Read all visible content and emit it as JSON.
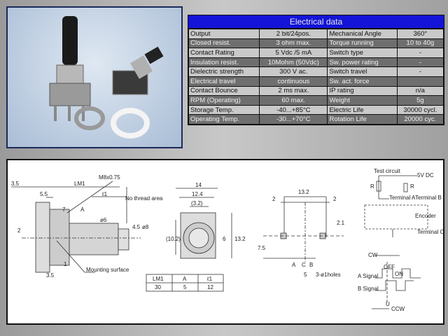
{
  "table": {
    "title": "Electrical data",
    "rows": [
      [
        "Output",
        "2 bit/24pos.",
        "Mechanical Angle",
        "360°"
      ],
      [
        "Closed resist.",
        "3 ohm max.",
        "Torque running",
        "10 to 40g"
      ],
      [
        "Contact Rating",
        "5 Vdc /5 mA",
        "Switch type",
        "-"
      ],
      [
        "Insulation resist.",
        "10Mohm (50Vdc)",
        "Sw. power rating",
        "-"
      ],
      [
        "Dielectric strength",
        "300 V ac.",
        "Switch travel",
        "-"
      ],
      [
        "Electrical travel",
        "continuous",
        "Sw. act. force",
        ""
      ],
      [
        "Contact Bounce",
        "2 ms max.",
        "IP rating",
        "n/a"
      ],
      [
        "RPM (Operating)",
        "60 max.",
        "Weight",
        "5g"
      ],
      [
        "Storage Temp.",
        "-40...+85°C",
        "Electric Life",
        "30000 cycl."
      ],
      [
        "Operating Temp.",
        "-30...+70°C",
        "Rotation Life",
        "20000 cyc."
      ]
    ]
  },
  "drawing": {
    "side": {
      "d35a": "3.5",
      "lm1": "LM1",
      "thread": "M8x0.75",
      "d55": "5.5",
      "l1": "ℓ1",
      "no_thread": "No thread area",
      "d7": "7",
      "a": "A",
      "d6": "ø6",
      "d45": "4.5",
      "d8": "ø8",
      "d2": "2",
      "d1": "1",
      "d35b": "3.5",
      "mount": "Mounting surface"
    },
    "front": {
      "d14": "14",
      "d124": "12.4",
      "d32": "(3.2)",
      "d102": "(10.2)",
      "d6": "6",
      "d132": "13.2"
    },
    "dims_table": {
      "headers": [
        "LM1",
        "A",
        "ℓ1"
      ],
      "values": [
        "30",
        "5",
        "12"
      ]
    },
    "pcb": {
      "d132": "13.2",
      "d2a": "2",
      "d2b": "2",
      "d21": "2.1",
      "d75": "7.5",
      "a": "A",
      "c": "C",
      "b": "B",
      "d5": "5",
      "holes": "3-ø1holes"
    },
    "circuit": {
      "title": "Test circuit",
      "v": "5V DC",
      "r1": "R",
      "r2": "R",
      "ta": "Terminal A",
      "tb": "Terminal B",
      "enc": "Encoder",
      "tc": "Terminal C"
    },
    "signal": {
      "cw": "CW",
      "ccw": "CCW",
      "off": "OFF",
      "on": "ON",
      "a": "A Signal",
      "b": "B Signal",
      "u": "U"
    }
  }
}
